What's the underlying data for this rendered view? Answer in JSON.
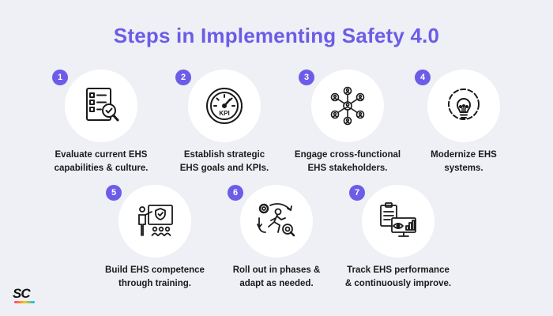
{
  "title": "Steps in Implementing Safety 4.0",
  "colors": {
    "accent": "#6c5ce7",
    "background": "#eef0f5",
    "circle": "#ffffff"
  },
  "steps": [
    {
      "number": "1",
      "label": "Evaluate current EHS\ncapabilities & culture.",
      "icon": "checklist-magnifier-icon"
    },
    {
      "number": "2",
      "label": "Establish strategic\nEHS goals and KPIs.",
      "icon": "kpi-gauge-icon"
    },
    {
      "number": "3",
      "label": "Engage cross-functional\nEHS stakeholders.",
      "icon": "stakeholder-network-icon"
    },
    {
      "number": "4",
      "label": "Modernize EHS\nsystems.",
      "icon": "lightbulb-gear-icon"
    },
    {
      "number": "5",
      "label": "Build EHS competence\nthrough training.",
      "icon": "training-presenter-icon"
    },
    {
      "number": "6",
      "label": "Roll out in phases &\nadapt as needed.",
      "icon": "runner-gears-icon"
    },
    {
      "number": "7",
      "label": "Track EHS performance\n& continuously improve.",
      "icon": "monitor-analytics-icon"
    }
  ],
  "logo": {
    "text": "SC"
  }
}
